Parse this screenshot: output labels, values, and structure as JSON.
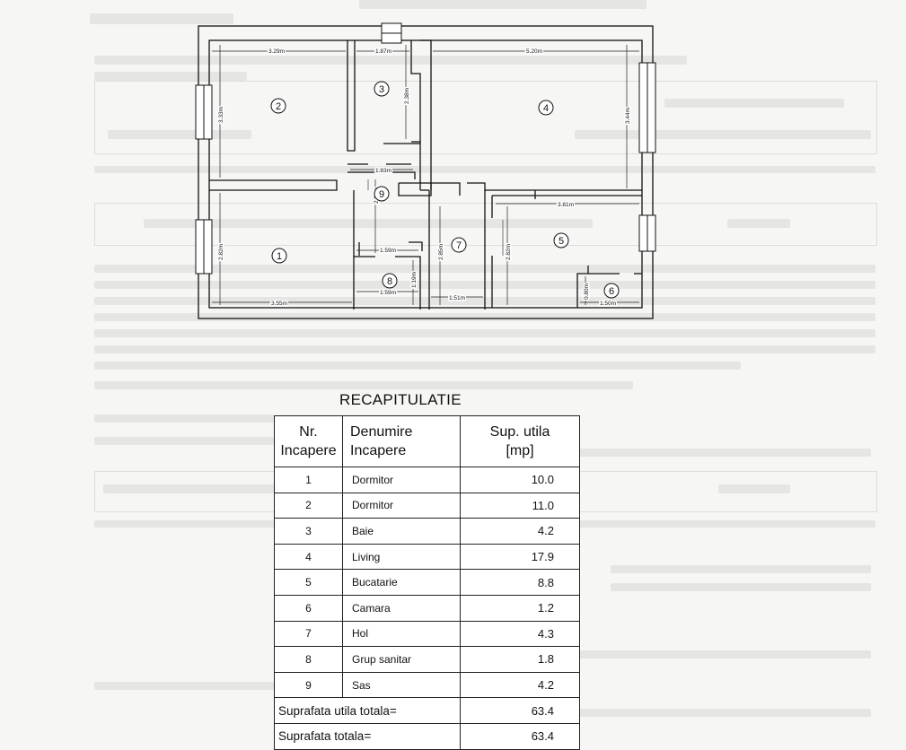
{
  "floor_plan": {
    "dimensions": [
      "3.29m",
      "1.87m",
      "5.20m",
      "3.33m",
      "2.38m",
      "3.44m",
      "1.83m",
      "2.85m",
      "3.81m",
      "2.82m",
      "1.59m",
      "1.59m",
      "1.19m",
      "2.85m",
      "2.82m",
      "3.55m",
      "1.51m",
      "0.80m",
      "1.50m"
    ],
    "room_markers": [
      "1",
      "2",
      "3",
      "4",
      "5",
      "6",
      "7",
      "8",
      "9"
    ]
  },
  "recap": {
    "title": "RECAPITULATIE",
    "headers": {
      "nr_line1": "Nr.",
      "nr_line2": "Incapere",
      "name_line1": "Denumire",
      "name_line2": "Incapere",
      "area_line1": "Sup. utila",
      "area_line2": "[mp]"
    },
    "rows": [
      {
        "nr": "1",
        "name": "Dormitor",
        "area": "10.0"
      },
      {
        "nr": "2",
        "name": "Dormitor",
        "area": "11.0"
      },
      {
        "nr": "3",
        "name": "Baie",
        "area": "4.2"
      },
      {
        "nr": "4",
        "name": "Living",
        "area": "17.9"
      },
      {
        "nr": "5",
        "name": "Bucatarie",
        "area": "8.8"
      },
      {
        "nr": "6",
        "name": "Camara",
        "area": "1.2"
      },
      {
        "nr": "7",
        "name": "Hol",
        "area": "4.3"
      },
      {
        "nr": "8",
        "name": "Grup sanitar",
        "area": "1.8"
      },
      {
        "nr": "9",
        "name": "Sas",
        "area": "4.2"
      }
    ],
    "total_useful_label": "Suprafata utila totala=",
    "total_useful_value": "63.4",
    "total_label": "Suprafata totala=",
    "total_value": "63.4"
  }
}
